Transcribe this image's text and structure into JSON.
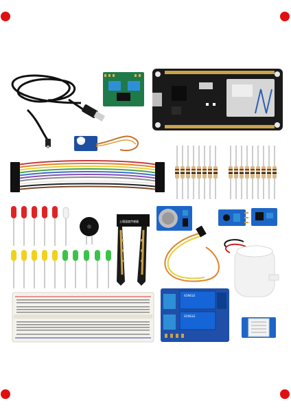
{
  "photo": {
    "subject": "nodemcu-iot-starter-kit",
    "corner_marker_color": "#e01010",
    "board_colors": {
      "nodemcu": "#1a1a1a",
      "relay": "#1f4fa8",
      "blue_module": "#1d66c8",
      "driver": "#1f7a4a"
    },
    "labels": {
      "soil_sensor": "土壤湿度传感器",
      "relay_ch1": "SONGLE",
      "relay_ch2": "SONGLE"
    }
  }
}
